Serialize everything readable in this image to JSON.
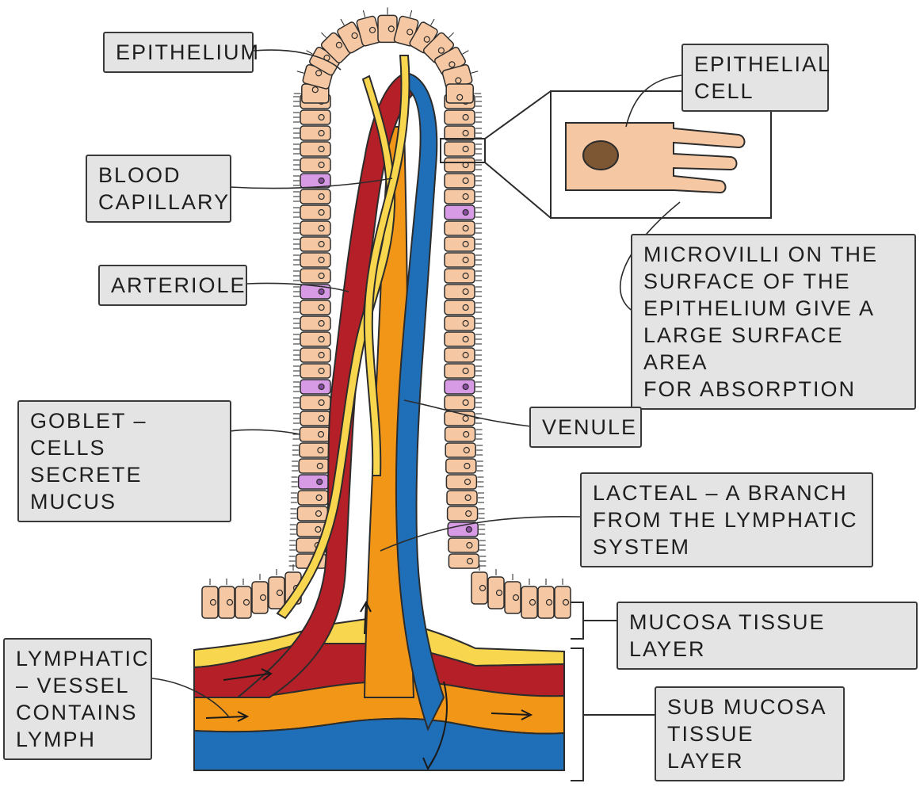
{
  "labels": {
    "epithelium": "EPITHELIUM",
    "epithelial_cell": "EPITHELIAL\nCELL",
    "blood_capillary": "BLOOD\nCAPILLARY",
    "arteriole": "ARTERIOLE",
    "microvilli": "MICROVILLI ON THE\nSURFACE OF THE\nEPITHELIUM GIVE A\nLARGE SURFACE AREA\nFOR ABSORPTION",
    "goblet": "GOBLET – CELLS\nSECRETE MUCUS",
    "venule": "VENULE",
    "lacteal": "LACTEAL – A BRANCH\nFROM THE LYMPHATIC\nSYSTEM",
    "mucosa": "MUCOSA TISSUE LAYER",
    "lymphatic": "LYMPHATIC\n– VESSEL\nCONTAINS\nLYMPH",
    "sub_mucosa": "SUB MUCOSA\nTISSUE LAYER"
  },
  "colors": {
    "epithelial_cell": "#f5c8a3",
    "goblet_cell": "#d79be6",
    "arteriole": "#b51f27",
    "venule": "#1f6fb8",
    "lacteal": "#f29618",
    "capillary": "#f8d64e",
    "nucleus": "#7d5633",
    "label_fill": "#e4e4e4",
    "outline": "#2c2c2c"
  }
}
